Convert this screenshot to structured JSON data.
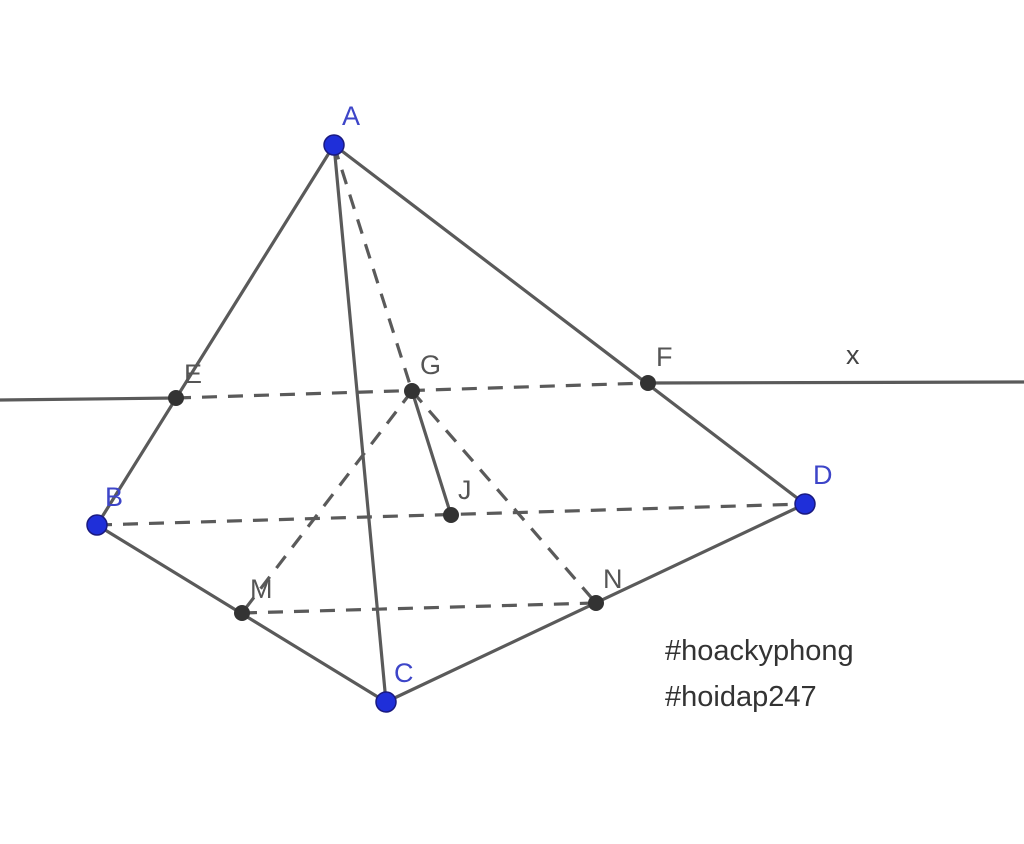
{
  "figure": {
    "points": {
      "A": {
        "label": "A",
        "kind": "vertex"
      },
      "B": {
        "label": "B",
        "kind": "vertex"
      },
      "C": {
        "label": "C",
        "kind": "vertex"
      },
      "D": {
        "label": "D",
        "kind": "vertex"
      },
      "E": {
        "label": "E",
        "kind": "constructed"
      },
      "F": {
        "label": "F",
        "kind": "constructed"
      },
      "G": {
        "label": "G",
        "kind": "constructed"
      },
      "J": {
        "label": "J",
        "kind": "constructed"
      },
      "M": {
        "label": "M",
        "kind": "constructed"
      },
      "N": {
        "label": "N",
        "kind": "constructed"
      }
    },
    "solid_edges": [
      [
        "A",
        "B"
      ],
      [
        "A",
        "C"
      ],
      [
        "A",
        "D"
      ],
      [
        "B",
        "C"
      ],
      [
        "C",
        "D"
      ],
      [
        "G",
        "J"
      ]
    ],
    "hidden_edges": [
      [
        "B",
        "D"
      ],
      [
        "A",
        "G"
      ],
      [
        "G",
        "M"
      ],
      [
        "G",
        "N"
      ],
      [
        "M",
        "N"
      ],
      [
        "E",
        "F"
      ]
    ],
    "line_label": "x",
    "colors": {
      "vertex": "#1f2fd9",
      "constructed": "#333333",
      "edge": "#5a5a5a",
      "vertex_label": "#3d45c8",
      "point_label": "#555555"
    }
  },
  "hashtags": [
    "#hoackyphong",
    "#hoidap247"
  ]
}
